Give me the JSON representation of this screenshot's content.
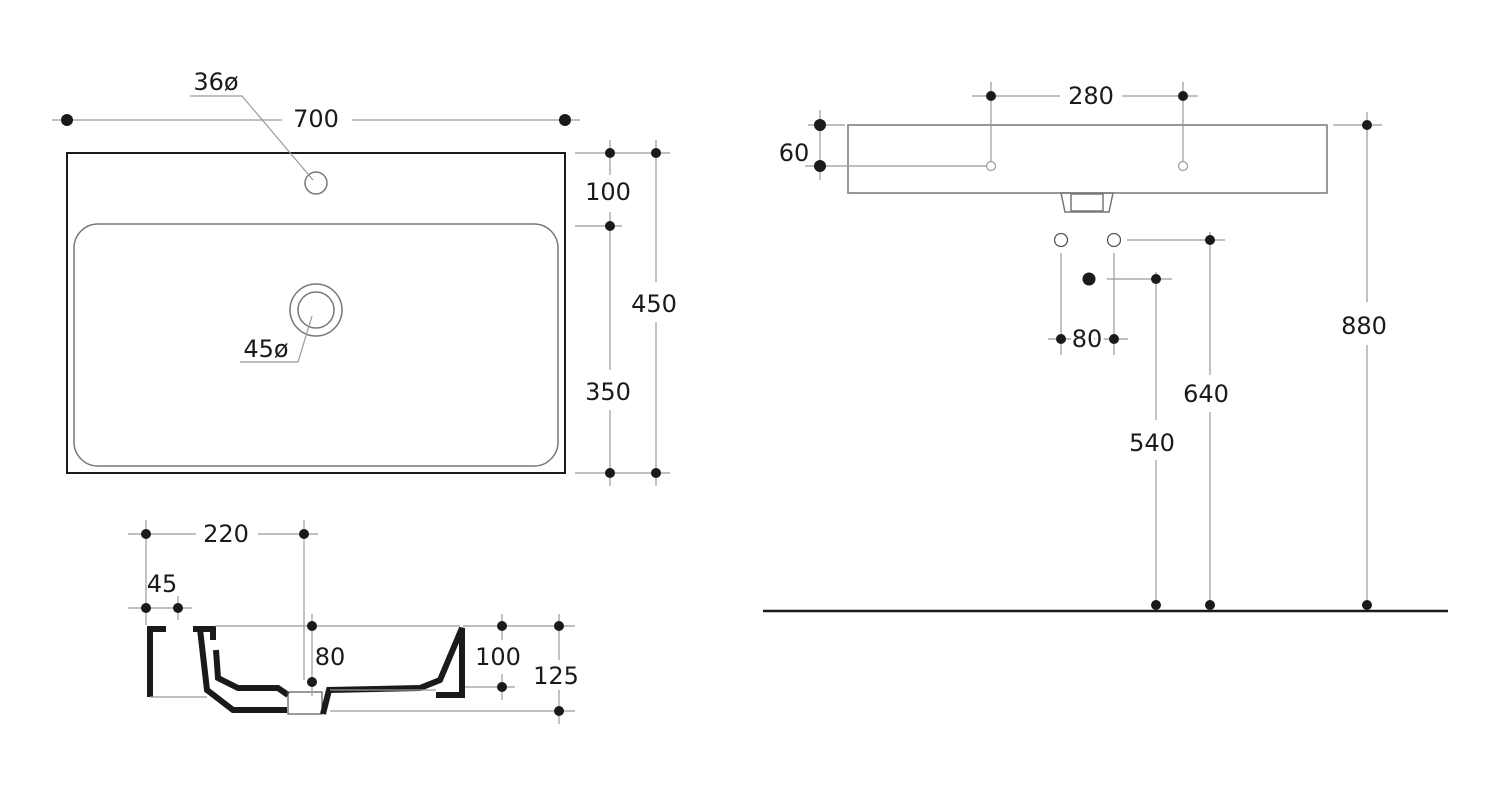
{
  "top_view": {
    "width": "700",
    "tap_hole": "36ø",
    "drain_hole": "45ø",
    "rim_depth": "100",
    "bowl_depth": "350",
    "total_depth": "450"
  },
  "section_view": {
    "drain_offset": "220",
    "wall": "45",
    "drain_height": "80",
    "bowl_height": "100",
    "total_height": "125"
  },
  "front_view": {
    "fixing_spacing": "280",
    "fixing_height": "60",
    "waste_spacing": "80",
    "waste_height_low": "540",
    "waste_height_high": "640",
    "rim_height": "880"
  },
  "colors": {
    "line": "#1a1a1a",
    "dim": "#9a9a9a"
  }
}
